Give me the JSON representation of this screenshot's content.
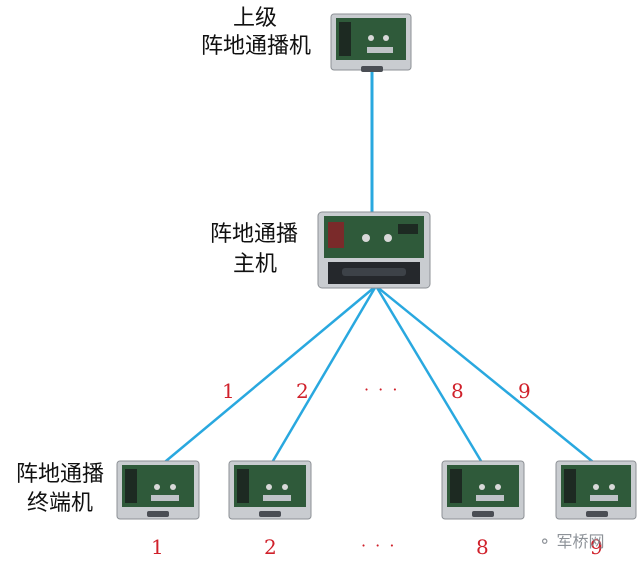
{
  "labels": {
    "upper_line1": "上级",
    "upper_line2": "阵地通播机",
    "host_line1": "阵地通播",
    "host_line2": "主机",
    "terminal_line1": "阵地通播",
    "terminal_line2": "终端机"
  },
  "link_numbers": [
    "1",
    "2",
    "· · ·",
    "8",
    "9"
  ],
  "terminal_numbers": [
    "1",
    "2",
    "· · ·",
    "8",
    "9"
  ],
  "watermark": "军桥网",
  "colors": {
    "link_line": "#29a8df",
    "number_text": "#d0202a",
    "label_text": "#111111",
    "device_case": "#c9ccd0",
    "device_panel": "#2f5a3a"
  },
  "icons": {
    "device": "field-broadcast-device-icon",
    "watermark": "wechat-icon"
  }
}
